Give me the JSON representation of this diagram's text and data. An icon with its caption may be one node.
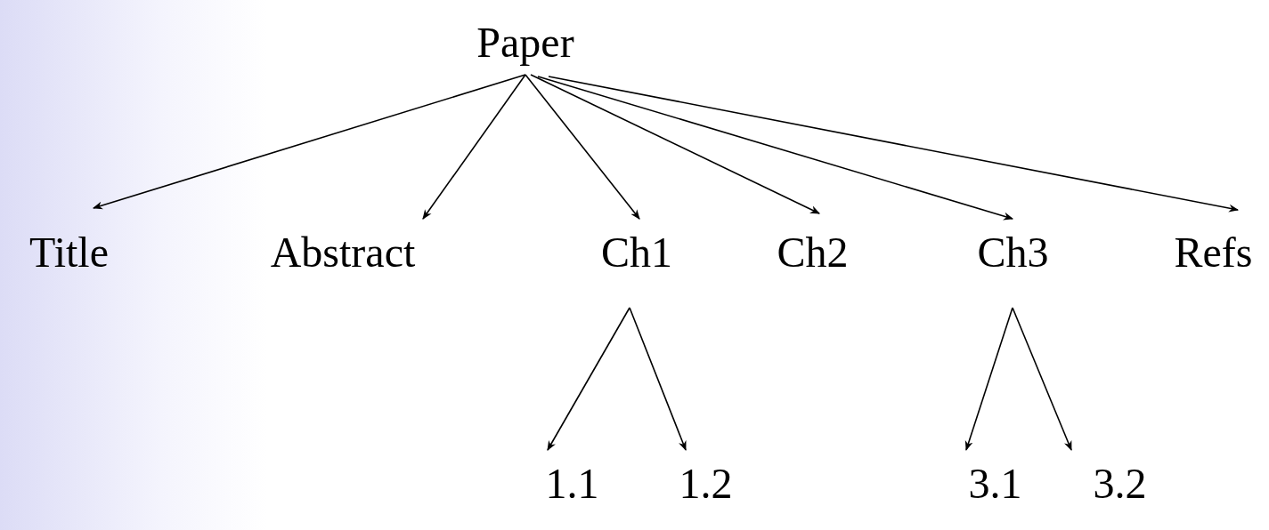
{
  "diagram": {
    "nodes": [
      {
        "text": [
          "Paper"
        ]
      },
      {
        "text": [
          "Title"
        ]
      },
      {
        "text": [
          "Abstract"
        ]
      },
      {
        "text": [
          "Ch1"
        ]
      },
      {
        "text": [
          "Ch2"
        ]
      },
      {
        "text": [
          "Ch3"
        ]
      },
      {
        "text": [
          "Refs"
        ]
      },
      {
        "text": [
          "1.1"
        ]
      },
      {
        "text": [
          "1.2"
        ]
      },
      {
        "text": [
          "3.1"
        ]
      },
      {
        "text": [
          "3.2"
        ]
      }
    ],
    "edges": [
      {
        "from": 0,
        "to": 1,
        "arrow": "to"
      },
      {
        "from": 0,
        "to": 2,
        "arrow": "to"
      },
      {
        "from": 0,
        "to": 3,
        "arrow": "to"
      },
      {
        "from": 0,
        "to": 4,
        "arrow": "to"
      },
      {
        "from": 0,
        "to": 5,
        "arrow": "to"
      },
      {
        "from": 0,
        "to": 6,
        "arrow": "to"
      },
      {
        "from": 3,
        "to": 7,
        "arrow": "to"
      },
      {
        "from": 3,
        "to": 8,
        "arrow": "to"
      },
      {
        "from": 5,
        "to": 9,
        "arrow": "to"
      },
      {
        "from": 5,
        "to": 10,
        "arrow": "to"
      }
    ]
  }
}
